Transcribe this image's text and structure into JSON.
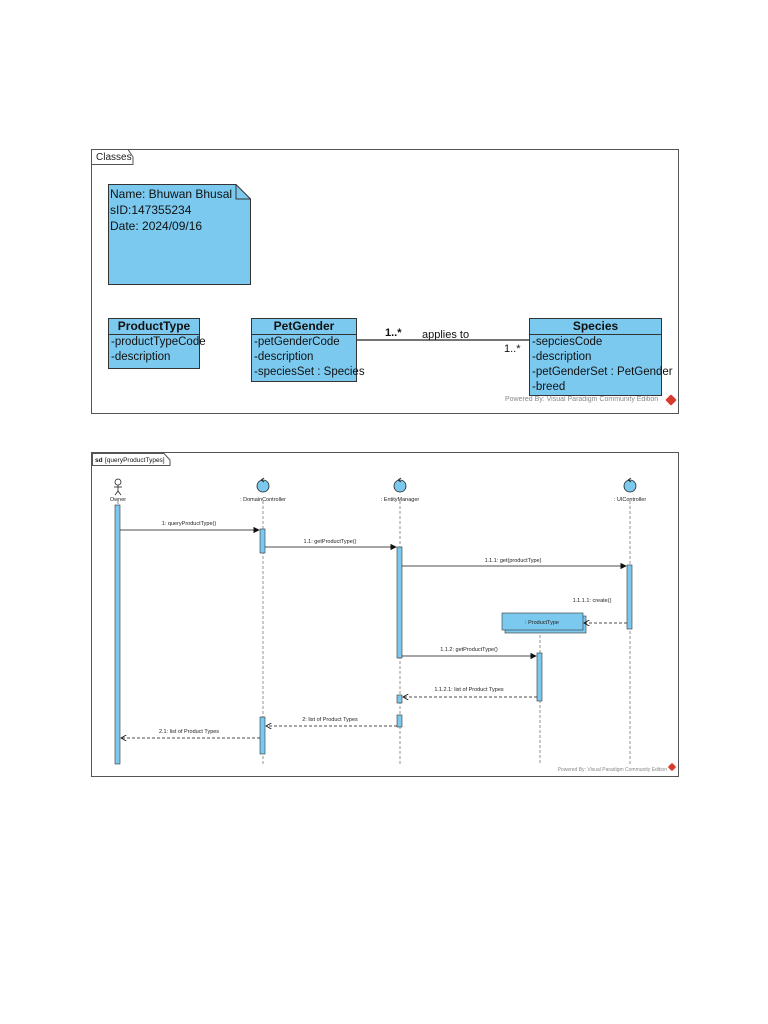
{
  "class_diagram": {
    "frame_label": "Classes",
    "note": {
      "line1": "Name: Bhuwan Bhusal",
      "line2": "sID:147355234",
      "line3": "Date: 2024/09/16"
    },
    "classes": [
      {
        "name": "ProductType",
        "attributes": [
          "-productTypeCode",
          "-description"
        ]
      },
      {
        "name": "PetGender",
        "attributes": [
          "-petGenderCode",
          "-description",
          "-speciesSet : Species"
        ]
      },
      {
        "name": "Species",
        "attributes": [
          "-sepciesCode",
          "-description",
          "-petGenderSet : PetGender",
          "-breed"
        ]
      }
    ],
    "association": {
      "label": "applies to",
      "left_multiplicity": "1..*",
      "right_multiplicity": "1..*"
    },
    "powered_by": "Powered By: Visual Paradigm Community Edition"
  },
  "sequence_diagram": {
    "frame_label": "sd",
    "frame_name": "[queryProductTypes]",
    "lifelines": [
      {
        "name": "Owner",
        "kind": "actor"
      },
      {
        "name": ": DomainController",
        "kind": "control"
      },
      {
        "name": ": EntityManager",
        "kind": "control"
      },
      {
        "name": ": UIController",
        "kind": "control"
      }
    ],
    "created_object": ": ProductType",
    "messages": [
      {
        "label": "1: queryProductType()"
      },
      {
        "label": "1.1: getProductType()"
      },
      {
        "label": "1.1.1: get(productType)"
      },
      {
        "label": "1.1.1.1: create()"
      },
      {
        "label": "1.1.2: getProductType()"
      },
      {
        "label": "1.1.2.1: list of Product Types"
      },
      {
        "label": "2: list of Product Types"
      },
      {
        "label": "2.1: list of Product Types"
      }
    ],
    "powered_by": "Powered By: Visual Paradigm Community Edition"
  },
  "colors": {
    "fill": "#7cc9ef",
    "border": "#333333",
    "logo": "#d83a2c"
  }
}
